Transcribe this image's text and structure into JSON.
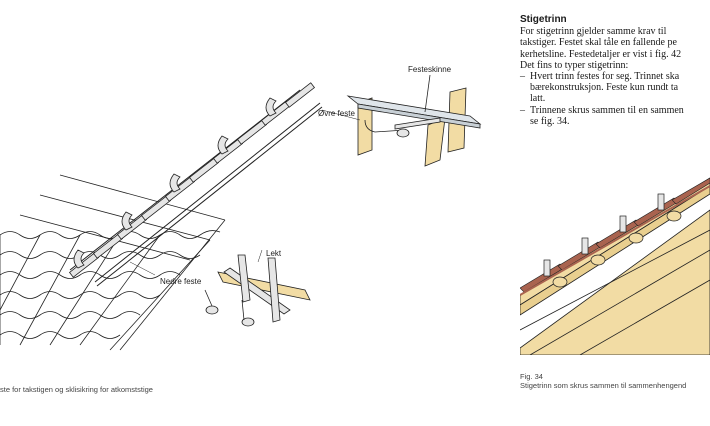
{
  "section": {
    "heading": "Stigetrinn",
    "paragraph_lines": [
      "For stigetrinn gjelder samme krav til",
      "takstiger. Festet skal tåle en fallende pe",
      "kerhetsline. Festedetaljer er vist i fig. 42",
      "Det fins to typer stigetrinn:"
    ],
    "bullets": [
      {
        "lines": [
          "Hvert trinn festes for seg. Trinnet ska",
          "bærekonstruksjon. Feste kun rundt ta",
          "latt."
        ]
      },
      {
        "lines": [
          "Trinnene skrus sammen til en sammen",
          "se fig. 34."
        ]
      }
    ],
    "bullet_marker": "–"
  },
  "figure_left": {
    "labels": {
      "top_bracket": "Festeskinne",
      "upper_mount": "Øvre feste",
      "batten": "Lekt",
      "lower_mount": "Nedre feste"
    },
    "caption": "ste for takstigen og sklisikring for atkomststige"
  },
  "figure_right": {
    "number": "Fig. 34",
    "caption": "Stigetrinn som skrus sammen til sammenhengend"
  },
  "colors": {
    "wood": "#f2dca4",
    "metal": "#dfe5ea",
    "tile_red": "#a9634f",
    "line": "#222222"
  }
}
